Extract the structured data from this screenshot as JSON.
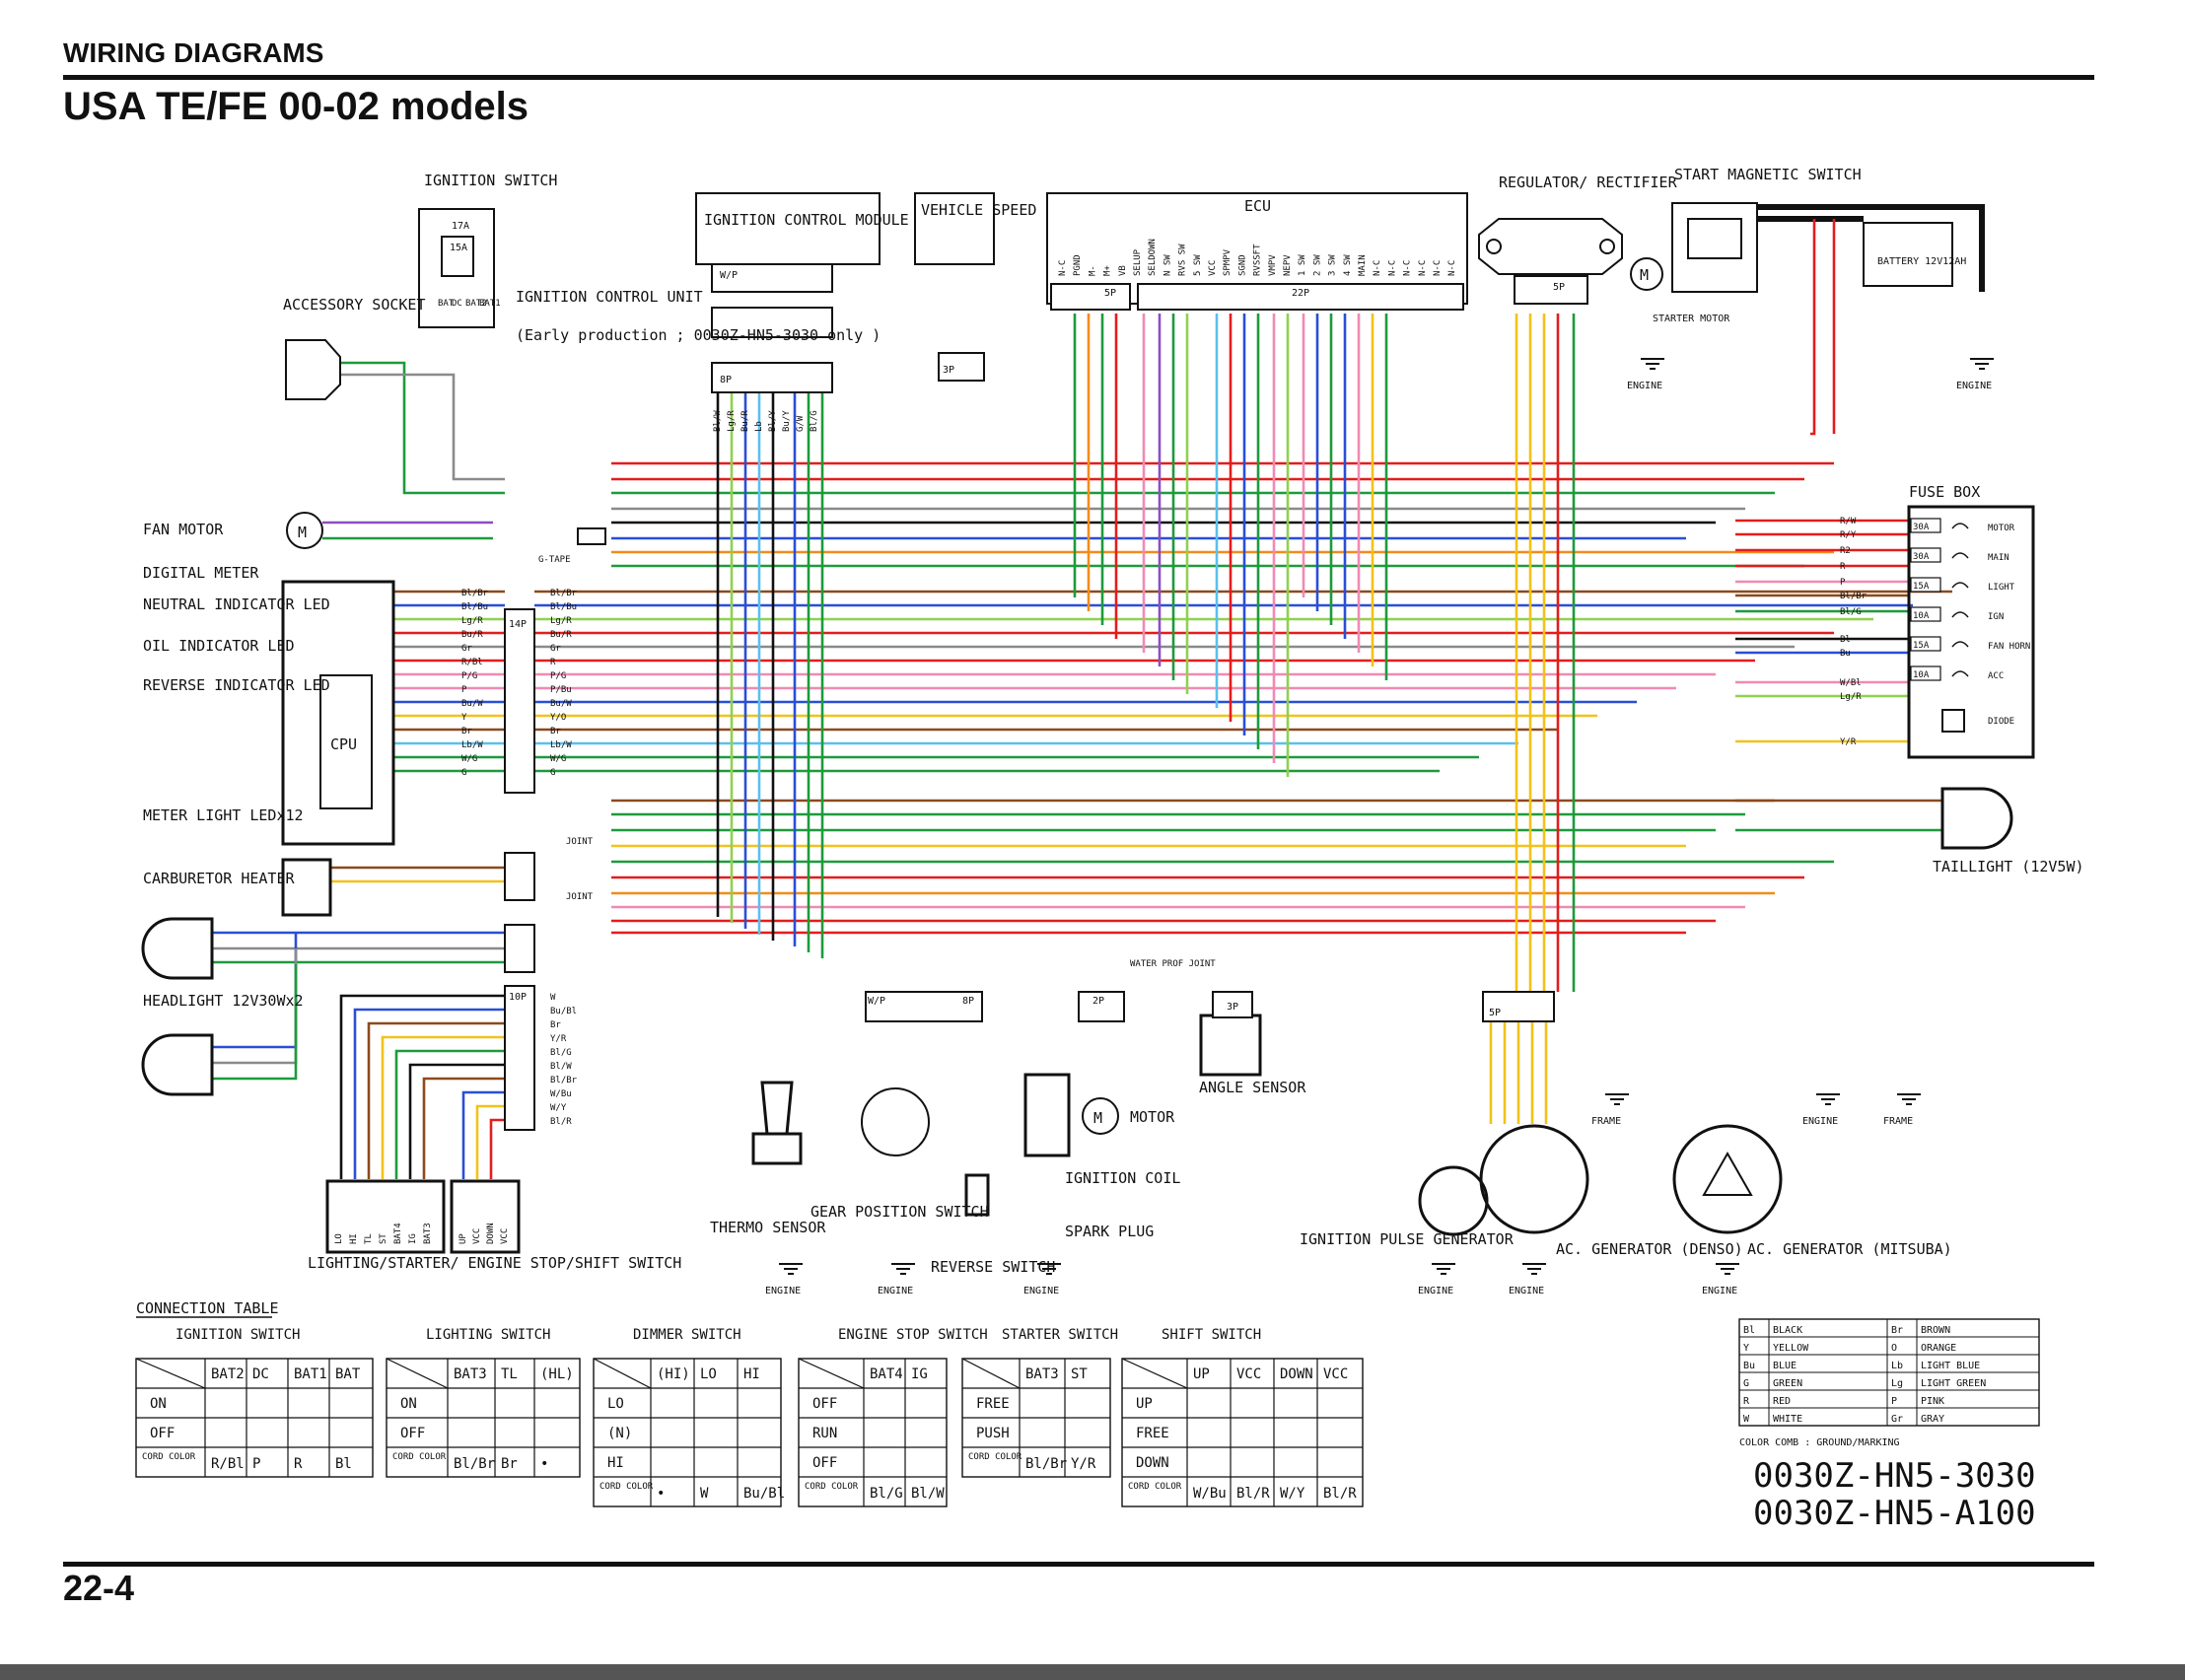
{
  "header": {
    "section": "WIRING DIAGRAMS",
    "subtitle": "USA TE/FE 00-02 models",
    "page_number": "22-4"
  },
  "components": {
    "ignition_switch": "IGNITION SWITCH",
    "ignition_switch_fuses": [
      "17A",
      "15A"
    ],
    "ignition_switch_terminals": [
      "BAT",
      "DC",
      "BAT2",
      "BAT1"
    ],
    "accessory_socket": "ACCESSORY SOCKET",
    "icm": "IGNITION CONTROL MODULE (ICM)",
    "icu": "IGNITION CONTROL UNIT",
    "icu_note": "(Early production ; 0030Z-HN5-3030 only )",
    "vss": "VEHICLE SPEED SENSOR",
    "ecu": "ECU",
    "ecu_pins": [
      "N-C",
      "PGND",
      "M-",
      "M+",
      "VB",
      "SELUP",
      "SELDOWN",
      "N SW",
      "RVS SW",
      "5 SW",
      "VCC",
      "SPMPV",
      "SGND",
      "RVSSFT",
      "VMPV",
      "NEPV",
      "1 SW",
      "2 SW",
      "3 SW",
      "4 SW",
      "MAIN",
      "N-C",
      "N-C",
      "N-C",
      "N-C",
      "N-C",
      "N-C"
    ],
    "ecu_conn": [
      "5P",
      "22P"
    ],
    "regulator": "REGULATOR/ RECTIFIER",
    "start_magnetic_switch": "START MAGNETIC SWITCH",
    "battery": "BATTERY 12V12AH",
    "starter_motor": "STARTER MOTOR",
    "fan_motor": "FAN MOTOR",
    "digital_meter": "DIGITAL METER",
    "neutral_led": "NEUTRAL INDICATOR LED",
    "oil_led": "OIL INDICATOR LED",
    "reverse_led": "REVERSE INDICATOR LED",
    "cpu": "CPU",
    "meter_light": "METER LIGHT LEDx12",
    "carb_heater": "CARBURETOR HEATER",
    "headlight": "HEADLIGHT 12V30Wx2",
    "fuse_box": "FUSE BOX",
    "fuses": [
      {
        "rating": "30A",
        "label": "MOTOR"
      },
      {
        "rating": "30A",
        "label": "MAIN"
      },
      {
        "rating": "15A",
        "label": "LIGHT"
      },
      {
        "rating": "10A",
        "label": "IGN"
      },
      {
        "rating": "15A",
        "label": "FAN HORN"
      },
      {
        "rating": "10A",
        "label": "ACC"
      }
    ],
    "diode": "DIODE",
    "taillight": "TAILLIGHT (12V5W)",
    "angle_sensor": "ANGLE SENSOR",
    "water_proof_joint": "WATER PROF JOINT",
    "motor": "MOTOR",
    "ignition_coil": "IGNITION COIL",
    "spark_plug": "SPARK PLUG",
    "thermo_sensor": "THERMO SENSOR",
    "gear_position_switch": "GEAR POSITION SWITCH",
    "reverse_switch": "REVERSE SWITCH",
    "ignition_pulse_generator": "IGNITION PULSE GENERATOR",
    "gen_denso": "AC. GENERATOR (DENSO)",
    "gen_mitsuba": "AC. GENERATOR (MITSUBA)",
    "lighting_switch": "LIGHTING/STARTER/ ENGINE STOP/SHIFT SWITCH",
    "lighting_switch_pins": [
      "LO",
      "HI",
      "TL",
      "ST",
      "BAT4",
      "IG",
      "BAT3"
    ],
    "shift_switch_pins": [
      "UP",
      "VCC",
      "DOWN",
      "VCC"
    ],
    "engine": "ENGINE",
    "frame": "FRAME",
    "joint": "JOINT",
    "g_tape": "G-TAPE",
    "conn_14p": "14P",
    "conn_10p": "10P",
    "conn_8p": "8P",
    "conn_3p": "3P",
    "conn_2p": "2P",
    "conn_5p": "5P",
    "conn_wp": "W/P"
  },
  "wire_labels": {
    "meter_left": [
      "Bl/Br",
      "Bl/Bu",
      "Lg/R",
      "Bu/R",
      "Gr",
      "R/Bl",
      "P/G",
      "P",
      "Bu/W",
      "Y",
      "Br",
      "Lb/W",
      "W/G",
      "G"
    ],
    "meter_right": [
      "Bl/Br",
      "Bl/Bu",
      "Lg/R",
      "Bu/R",
      "Gr",
      "R",
      "P/G",
      "P/Bu",
      "Bu/W",
      "Y/O",
      "Br",
      "Lb/W",
      "W/G",
      "G"
    ],
    "switch_10p": [
      "W",
      "Bu/Bl",
      "Br",
      "Y/R",
      "Bl/G",
      "Bl/W",
      "Bl/Br",
      "W/Bu",
      "W/Y",
      "Bl/R"
    ],
    "icm_pins": [
      "Bl/W",
      "Lg/R",
      "Bu/R",
      "Lb",
      "Bl/Y",
      "Bu/Y",
      "G/W",
      "Bl/G"
    ],
    "fuse_wires": [
      "R/W",
      "R/Y",
      "R2",
      "R",
      "P",
      "Bl/Br",
      "Bl/G",
      "Bl",
      "Bu",
      "W/Bl",
      "Lg/R",
      "Y/R"
    ]
  },
  "connection_tables": {
    "title": "CONNECTION TABLE",
    "ignition": {
      "title": "IGNITION SWITCH",
      "cols": [
        "BAT2",
        "DC",
        "BAT1",
        "BAT"
      ],
      "rows": [
        "ON",
        "OFF"
      ],
      "cord": [
        "R/Bl",
        "P",
        "R",
        "Bl"
      ]
    },
    "lighting": {
      "title": "LIGHTING SWITCH",
      "cols": [
        "BAT3",
        "TL",
        "(HL)"
      ],
      "rows": [
        "ON",
        "OFF"
      ],
      "cord": [
        "Bl/Br",
        "Br",
        "•"
      ]
    },
    "dimmer": {
      "title": "DIMMER SWITCH",
      "cols": [
        "(HI)",
        "LO",
        "HI"
      ],
      "rows": [
        "LO",
        "(N)",
        "HI"
      ],
      "cord": [
        "•",
        "W",
        "Bu/Bl"
      ]
    },
    "engine_stop": {
      "title": "ENGINE STOP SWITCH",
      "cols": [
        "BAT4",
        "IG"
      ],
      "rows": [
        "OFF",
        "RUN",
        "OFF"
      ],
      "cord": [
        "Bl/G",
        "Bl/W"
      ]
    },
    "starter": {
      "title": "STARTER SWITCH",
      "cols": [
        "BAT3",
        "ST"
      ],
      "rows": [
        "FREE",
        "PUSH"
      ],
      "cord": [
        "Bl/Br",
        "Y/R"
      ]
    },
    "shift": {
      "title": "SHIFT SWITCH",
      "cols": [
        "UP",
        "VCC",
        "DOWN",
        "VCC"
      ],
      "rows": [
        "UP",
        "FREE",
        "DOWN"
      ],
      "cord": [
        "W/Bu",
        "Bl/R",
        "W/Y",
        "Bl/R"
      ]
    },
    "cord_color_label": "CORD COLOR"
  },
  "color_legend": {
    "rows": [
      [
        "Bl",
        "BLACK",
        "Br",
        "BROWN"
      ],
      [
        "Y",
        "YELLOW",
        "O",
        "ORANGE"
      ],
      [
        "Bu",
        "BLUE",
        "Lb",
        "LIGHT BLUE"
      ],
      [
        "G",
        "GREEN",
        "Lg",
        "LIGHT GREEN"
      ],
      [
        "R",
        "RED",
        "P",
        "PINK"
      ],
      [
        "W",
        "WHITE",
        "Gr",
        "GRAY"
      ]
    ],
    "note": "COLOR COMB : GROUND/MARKING"
  },
  "part_numbers": [
    "0030Z-HN5-3030",
    "0030Z-HN5-A100"
  ],
  "colors": {
    "red": "#e21d1d",
    "green": "#1e9a3c",
    "blue": "#2a4fd4",
    "yellow": "#f2c21b",
    "orange": "#f28c1b",
    "pink": "#f08ab4",
    "brown": "#8b4a1e",
    "gray": "#8a8a8a",
    "lightgreen": "#8fd14f",
    "lightblue": "#5bc0ee",
    "black": "#111111",
    "purple": "#8a4fc4"
  }
}
